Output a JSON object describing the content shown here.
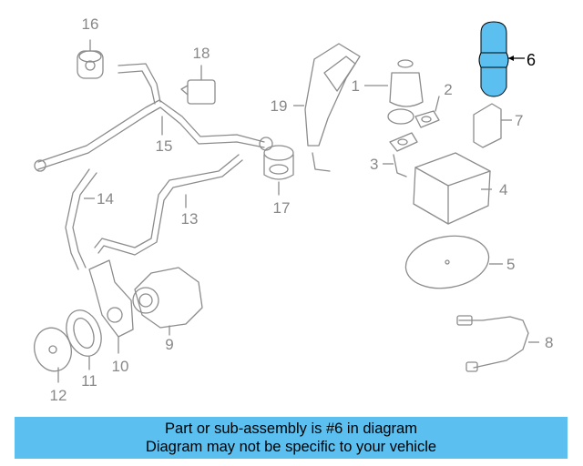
{
  "callouts": [
    "1",
    "2",
    "3",
    "4",
    "5",
    "6",
    "7",
    "8",
    "9",
    "10",
    "11",
    "12",
    "13",
    "14",
    "15",
    "16",
    "17",
    "18",
    "19"
  ],
  "highlight_color": "#5bc0f0",
  "banner": {
    "line1": "Part or sub-assembly is #6 in diagram",
    "line2": "Diagram may not be specific to your vehicle"
  }
}
